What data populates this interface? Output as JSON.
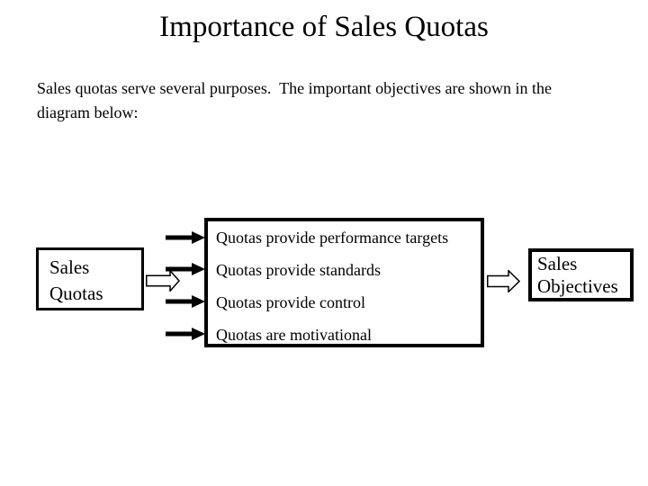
{
  "slide": {
    "title": "Importance of Sales Quotas",
    "intro": {
      "line1": "Sales quotas serve several purposes.  The important objectives are shown in the",
      "line2": "diagram below:"
    },
    "diagram": {
      "source_box": {
        "line1": "Sales",
        "line2": "Quotas"
      },
      "purposes_box": {
        "items": [
          "Quotas provide performance targets",
          "Quotas provide standards",
          "Quotas provide control",
          "Quotas are motivational"
        ]
      },
      "target_box": {
        "line1": "Sales",
        "line2": "Objectives"
      },
      "solid_arrow_count": 4,
      "block_arrow_count": 2
    },
    "colors": {
      "background": "#ffffff",
      "text": "#000000",
      "box_border": "#000000",
      "solid_arrow": "#000000",
      "block_arrow_fill": "#ffffff",
      "block_arrow_stroke": "#000000"
    }
  }
}
